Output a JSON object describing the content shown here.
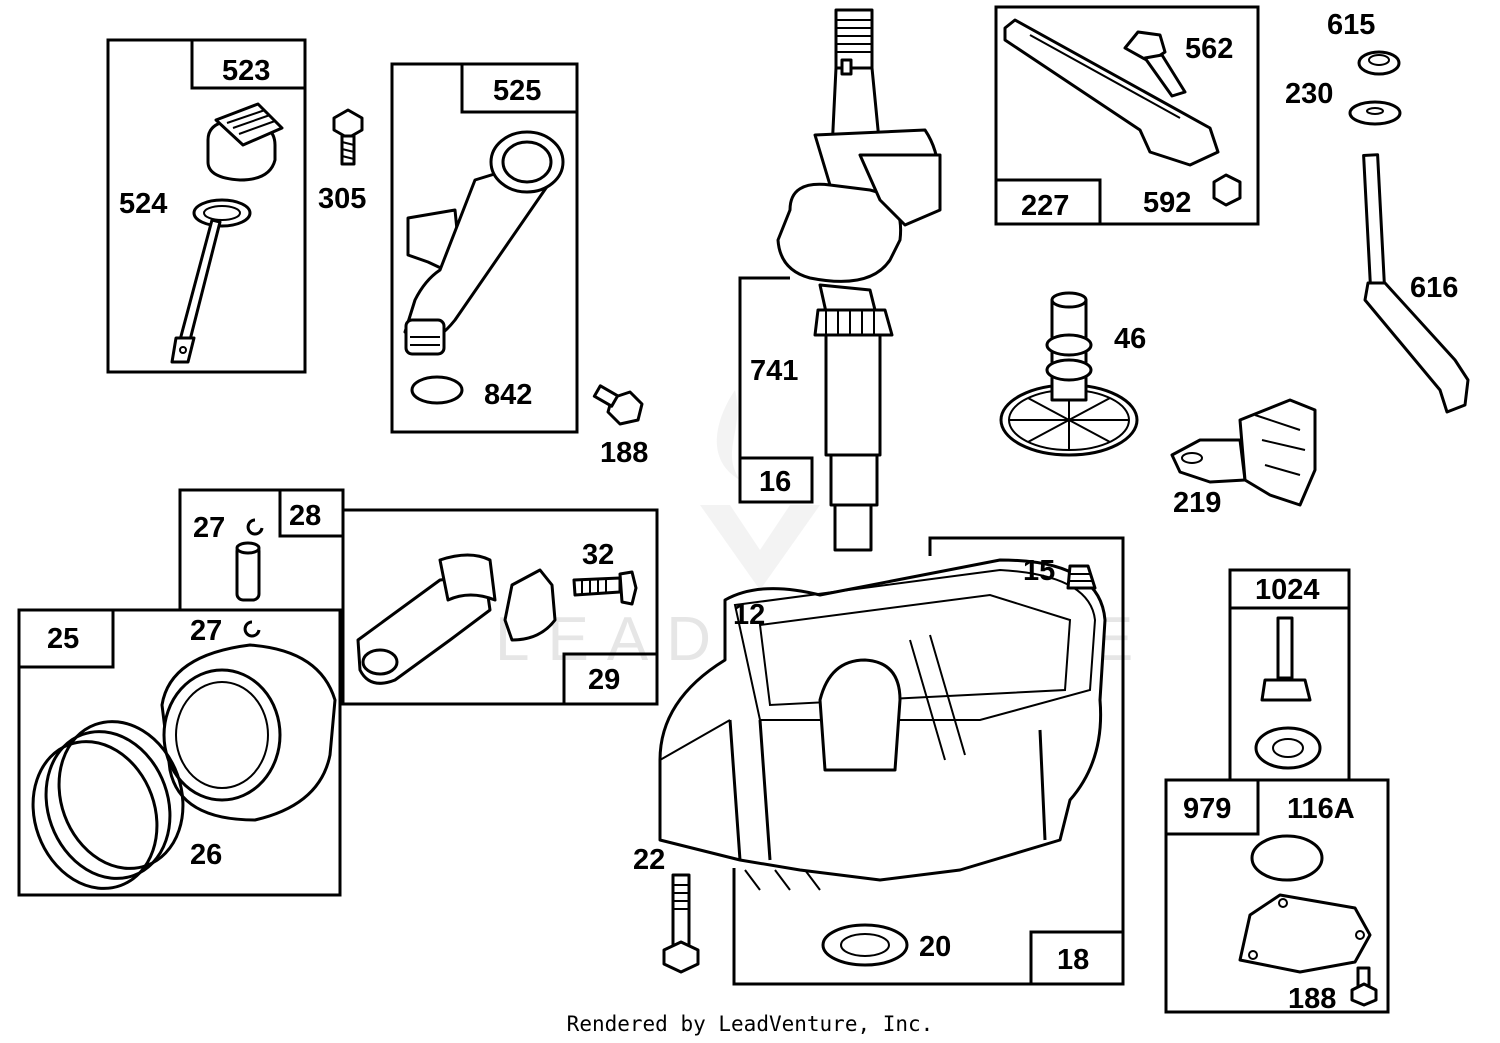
{
  "labels": {
    "l523": "523",
    "l524": "524",
    "l305": "305",
    "l525": "525",
    "l842": "842",
    "l188a": "188",
    "l741": "741",
    "l16": "16",
    "l562": "562",
    "l227": "227",
    "l592": "592",
    "l615": "615",
    "l230": "230",
    "l616": "616",
    "l46": "46",
    "l219": "219",
    "l28": "28",
    "l27a": "27",
    "l27b": "27",
    "l25": "25",
    "l26": "26",
    "l32": "32",
    "l29": "29",
    "l12": "12",
    "l15": "15",
    "l22": "22",
    "l20": "20",
    "l18": "18",
    "l1024": "1024",
    "l979": "979",
    "l116A": "116A",
    "l188b": "188"
  },
  "watermark": "LEADVENTURE",
  "footer": "Rendered by LeadVenture, Inc."
}
